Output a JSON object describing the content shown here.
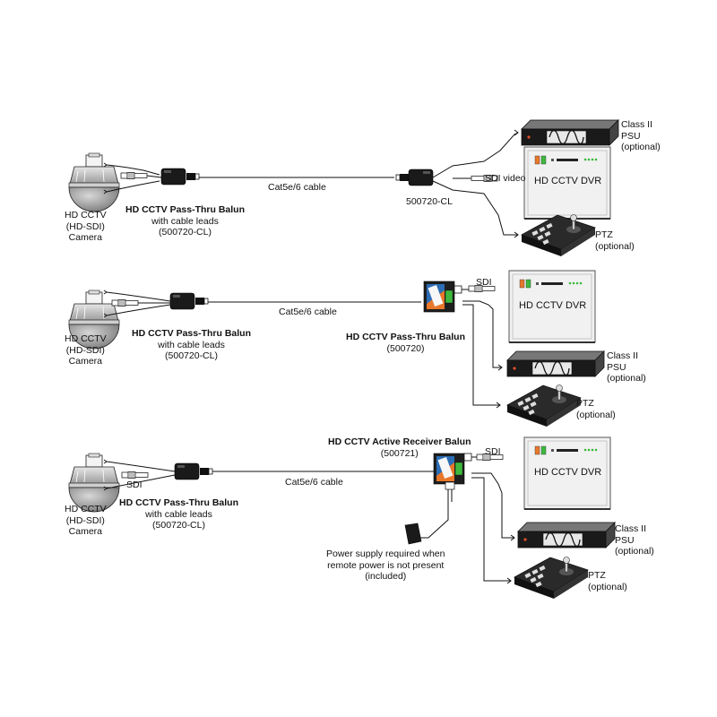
{
  "sections": [
    {
      "camera_label": [
        "HD CCTV",
        "(HD-SDI)",
        "Camera"
      ],
      "balun_label": [
        "HD CCTV Pass-Thru Balun",
        "with cable leads",
        "(500720-CL)"
      ],
      "cable_label": "Cat5e/6 cable",
      "receiver_label": "500720-CL",
      "sdi_label": "SDI video",
      "psu_label": [
        "Class II",
        "PSU",
        "(optional)"
      ],
      "dvr_label": "HD CCTV DVR",
      "ptz_label": [
        "PTZ",
        "(optional)"
      ]
    },
    {
      "camera_label": [
        "HD CCTV",
        "(HD-SDI)",
        "Camera"
      ],
      "balun_label": [
        "HD CCTV Pass-Thru Balun",
        "with cable leads",
        "(500720-CL)"
      ],
      "cable_label": "Cat5e/6 cable",
      "receiver_label": [
        "HD CCTV Pass-Thru Balun",
        "(500720)"
      ],
      "sdi_label": "SDI",
      "dvr_label": "HD CCTV DVR",
      "psu_label": [
        "Class II",
        "PSU",
        "(optional)"
      ],
      "ptz_label": [
        "PTZ",
        "(optional)"
      ]
    },
    {
      "camera_label": [
        "HD CCTV",
        "(HD-SDI)",
        "Camera"
      ],
      "camera_sdi_label": "SDI",
      "balun_label": [
        "HD CCTV Pass-Thru Balun",
        "with cable leads",
        "(500720-CL)"
      ],
      "cable_label": "Cat5e/6 cable",
      "receiver_label": [
        "HD CCTV Active Receiver Balun",
        "(500721)"
      ],
      "sdi_label": "SDI",
      "dvr_label": "HD CCTV DVR",
      "psu_label": [
        "Class II",
        "PSU",
        "(optional)"
      ],
      "ptz_label": [
        "PTZ",
        "(optional)"
      ],
      "power_label": [
        "Power supply  required when",
        "remote power is not present",
        "(included)"
      ]
    }
  ],
  "colors": {
    "line": "#111111",
    "device": "#1a1a1a",
    "dvr_face": "#f1f1f1",
    "orange": "#e8772a",
    "blue": "#2c6db5",
    "green_led": "#3db83d",
    "red_led": "#e0502a"
  }
}
